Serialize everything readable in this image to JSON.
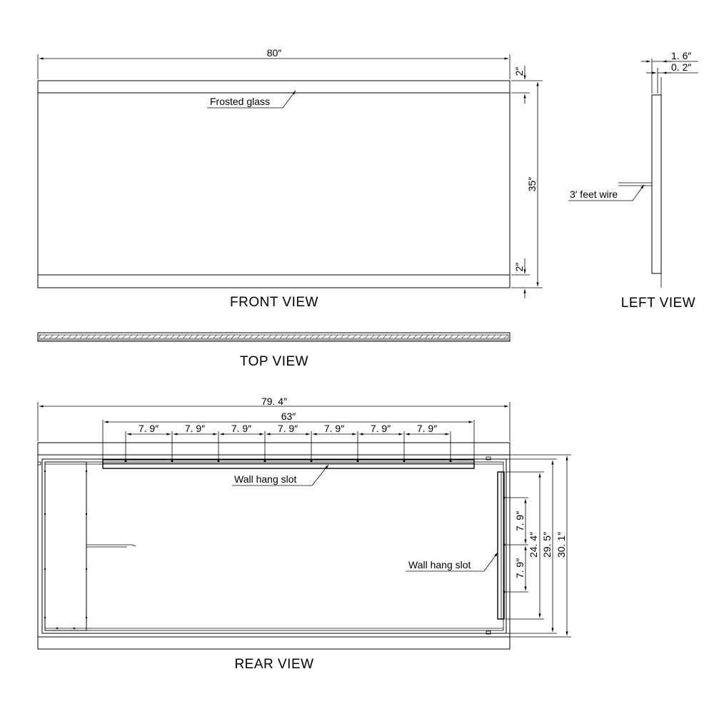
{
  "views": {
    "front": "FRONT VIEW",
    "left": "LEFT VIEW",
    "top": "TOP VIEW",
    "rear": "REAR VIEW"
  },
  "front": {
    "width": "80″",
    "height": "35″",
    "band_top": "2″",
    "band_bottom": "2″",
    "callout": "Frosted glass"
  },
  "left": {
    "depth": "1. 6″",
    "glass": "0. 2″",
    "callout": "3′ feet wire"
  },
  "rear": {
    "width": "79. 4″",
    "slot_span": "63″",
    "spacings": [
      "7. 9″",
      "7. 9″",
      "7. 9″",
      "7. 9″",
      "7. 9″",
      "7. 9″",
      "7. 9″"
    ],
    "slot_callout_top": "Wall hang slot",
    "slot_callout_right": "Wall hang slot",
    "v_spacing_upper": "7. 9″",
    "v_spacing_lower": "7. 9″",
    "slot_height": "24. 4″",
    "inner_height": "29. 5″",
    "overall_height": "30. 1″"
  }
}
